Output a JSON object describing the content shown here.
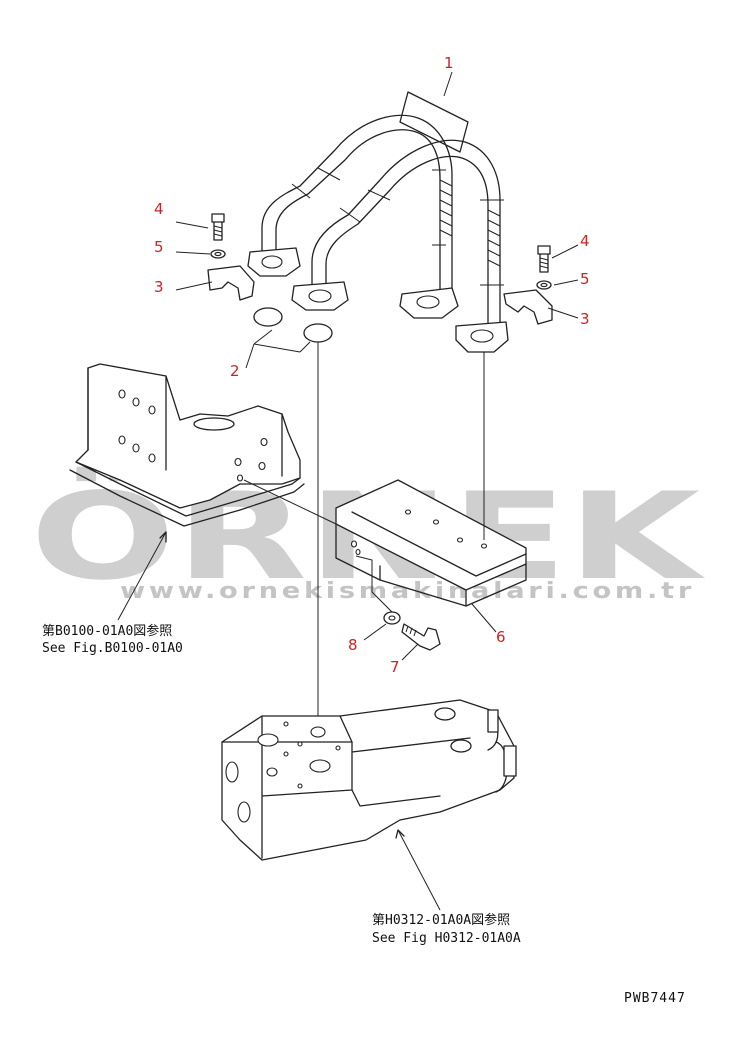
{
  "watermark": {
    "brand": "ÖRNEK",
    "url": "www.ornekismakinalari.com.tr"
  },
  "part_labels": [
    {
      "id": "label-1",
      "text": "1"
    },
    {
      "id": "label-2",
      "text": "2"
    },
    {
      "id": "label-3-left",
      "text": "3"
    },
    {
      "id": "label-3-right",
      "text": "3"
    },
    {
      "id": "label-4-left",
      "text": "4"
    },
    {
      "id": "label-4-right",
      "text": "4"
    },
    {
      "id": "label-5-left",
      "text": "5"
    },
    {
      "id": "label-5-right",
      "text": "5"
    },
    {
      "id": "label-6",
      "text": "6"
    },
    {
      "id": "label-7",
      "text": "7"
    },
    {
      "id": "label-8",
      "text": "8"
    }
  ],
  "references": {
    "frame": {
      "line_jp": "第B0100-01A0図参照",
      "line_en": "See Fig.B0100-01A0"
    },
    "valve": {
      "line_jp": "第H0312-01A0A図参照",
      "line_en": "See Fig H0312-01A0A"
    }
  },
  "drawing_code": "PWB7447",
  "colors": {
    "label": "#d32121",
    "line": "#222222",
    "watermark": "#cfcfcf"
  }
}
